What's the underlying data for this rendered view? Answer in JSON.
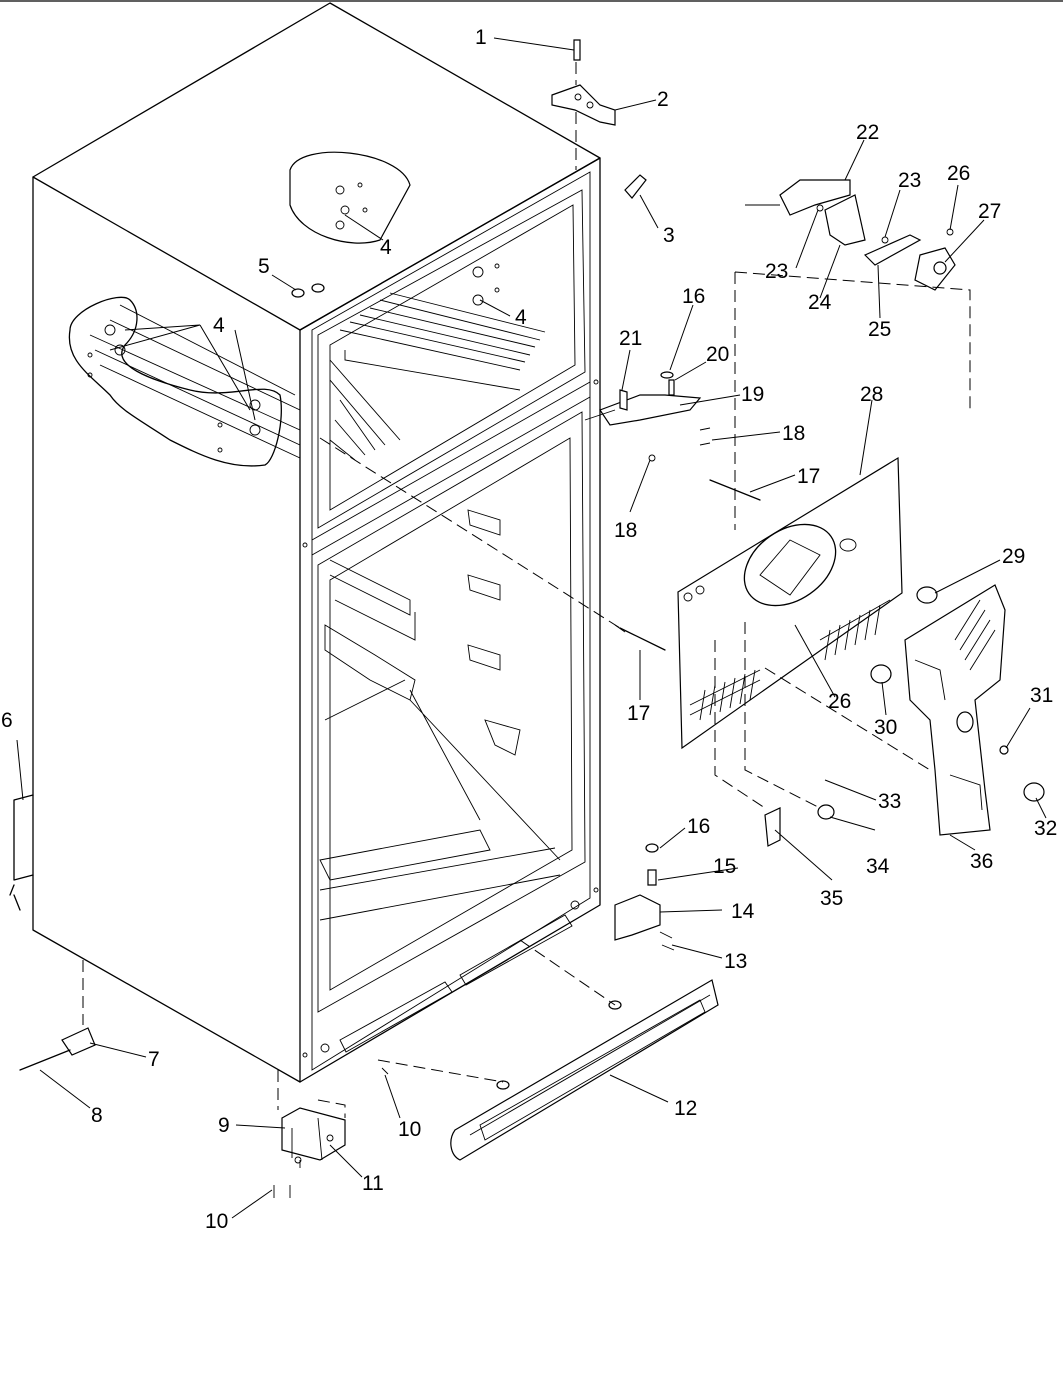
{
  "diagram": {
    "callouts": [
      {
        "id": "c1",
        "label": "1"
      },
      {
        "id": "c2",
        "label": "2"
      },
      {
        "id": "c3",
        "label": "3"
      },
      {
        "id": "c4a",
        "label": "4"
      },
      {
        "id": "c4b",
        "label": "4"
      },
      {
        "id": "c4c",
        "label": "4"
      },
      {
        "id": "c5",
        "label": "5"
      },
      {
        "id": "c6",
        "label": "6"
      },
      {
        "id": "c7",
        "label": "7"
      },
      {
        "id": "c8",
        "label": "8"
      },
      {
        "id": "c9",
        "label": "9"
      },
      {
        "id": "c10a",
        "label": "10"
      },
      {
        "id": "c10b",
        "label": "10"
      },
      {
        "id": "c11",
        "label": "11"
      },
      {
        "id": "c12",
        "label": "12"
      },
      {
        "id": "c13",
        "label": "13"
      },
      {
        "id": "c14",
        "label": "14"
      },
      {
        "id": "c15",
        "label": "15"
      },
      {
        "id": "c16a",
        "label": "16"
      },
      {
        "id": "c16b",
        "label": "16"
      },
      {
        "id": "c17a",
        "label": "17"
      },
      {
        "id": "c17b",
        "label": "17"
      },
      {
        "id": "c18a",
        "label": "18"
      },
      {
        "id": "c18b",
        "label": "18"
      },
      {
        "id": "c19",
        "label": "19"
      },
      {
        "id": "c20",
        "label": "20"
      },
      {
        "id": "c21",
        "label": "21"
      },
      {
        "id": "c22",
        "label": "22"
      },
      {
        "id": "c23a",
        "label": "23"
      },
      {
        "id": "c23b",
        "label": "23"
      },
      {
        "id": "c24",
        "label": "24"
      },
      {
        "id": "c25",
        "label": "25"
      },
      {
        "id": "c26a",
        "label": "26"
      },
      {
        "id": "c26b",
        "label": "26"
      },
      {
        "id": "c27",
        "label": "27"
      },
      {
        "id": "c28",
        "label": "28"
      },
      {
        "id": "c29",
        "label": "29"
      },
      {
        "id": "c30",
        "label": "30"
      },
      {
        "id": "c31",
        "label": "31"
      },
      {
        "id": "c32",
        "label": "32"
      },
      {
        "id": "c33",
        "label": "33"
      },
      {
        "id": "c34",
        "label": "34"
      },
      {
        "id": "c35",
        "label": "35"
      },
      {
        "id": "c36",
        "label": "36"
      }
    ]
  }
}
